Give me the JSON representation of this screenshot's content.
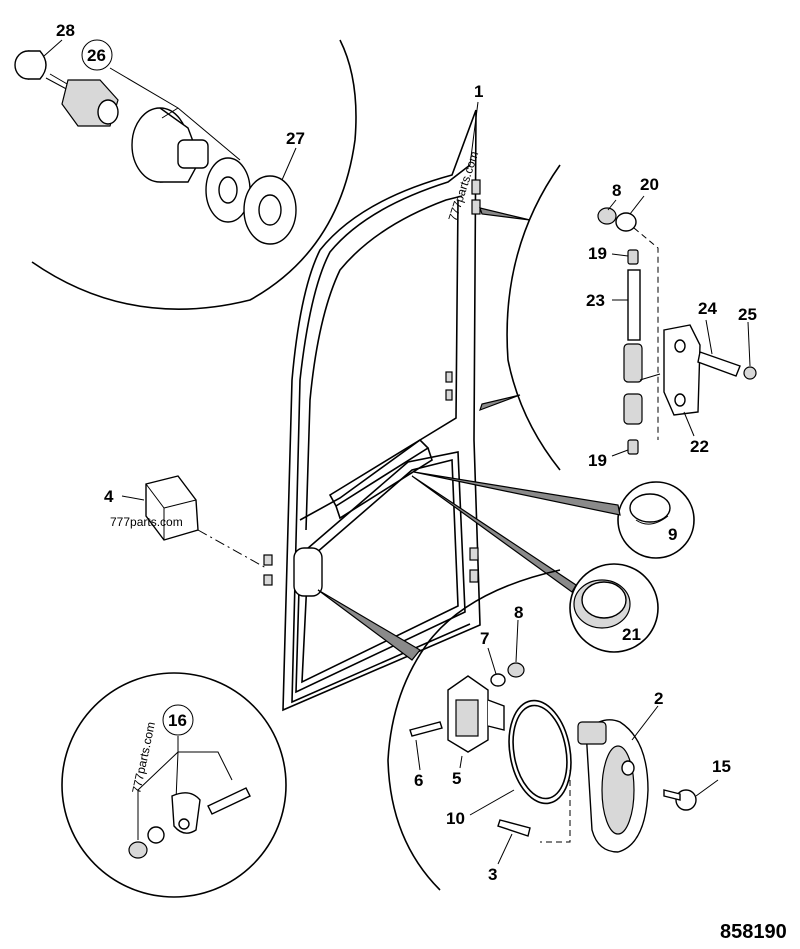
{
  "drawing": {
    "reference_number": "858190",
    "watermark": "777parts.com",
    "watermark_alt": "777parts.com"
  },
  "callouts": {
    "c1": "1",
    "c2": "2",
    "c3": "3",
    "c4": "4",
    "c5": "5",
    "c6": "6",
    "c7": "7",
    "c8a": "8",
    "c8b": "8",
    "c9": "9",
    "c10": "10",
    "c15": "15",
    "c16": "16",
    "c19a": "19",
    "c19b": "19",
    "c20": "20",
    "c21": "21",
    "c22": "22",
    "c23": "23",
    "c24": "24",
    "c25": "25",
    "c26": "26",
    "c27": "27",
    "c28": "28"
  }
}
